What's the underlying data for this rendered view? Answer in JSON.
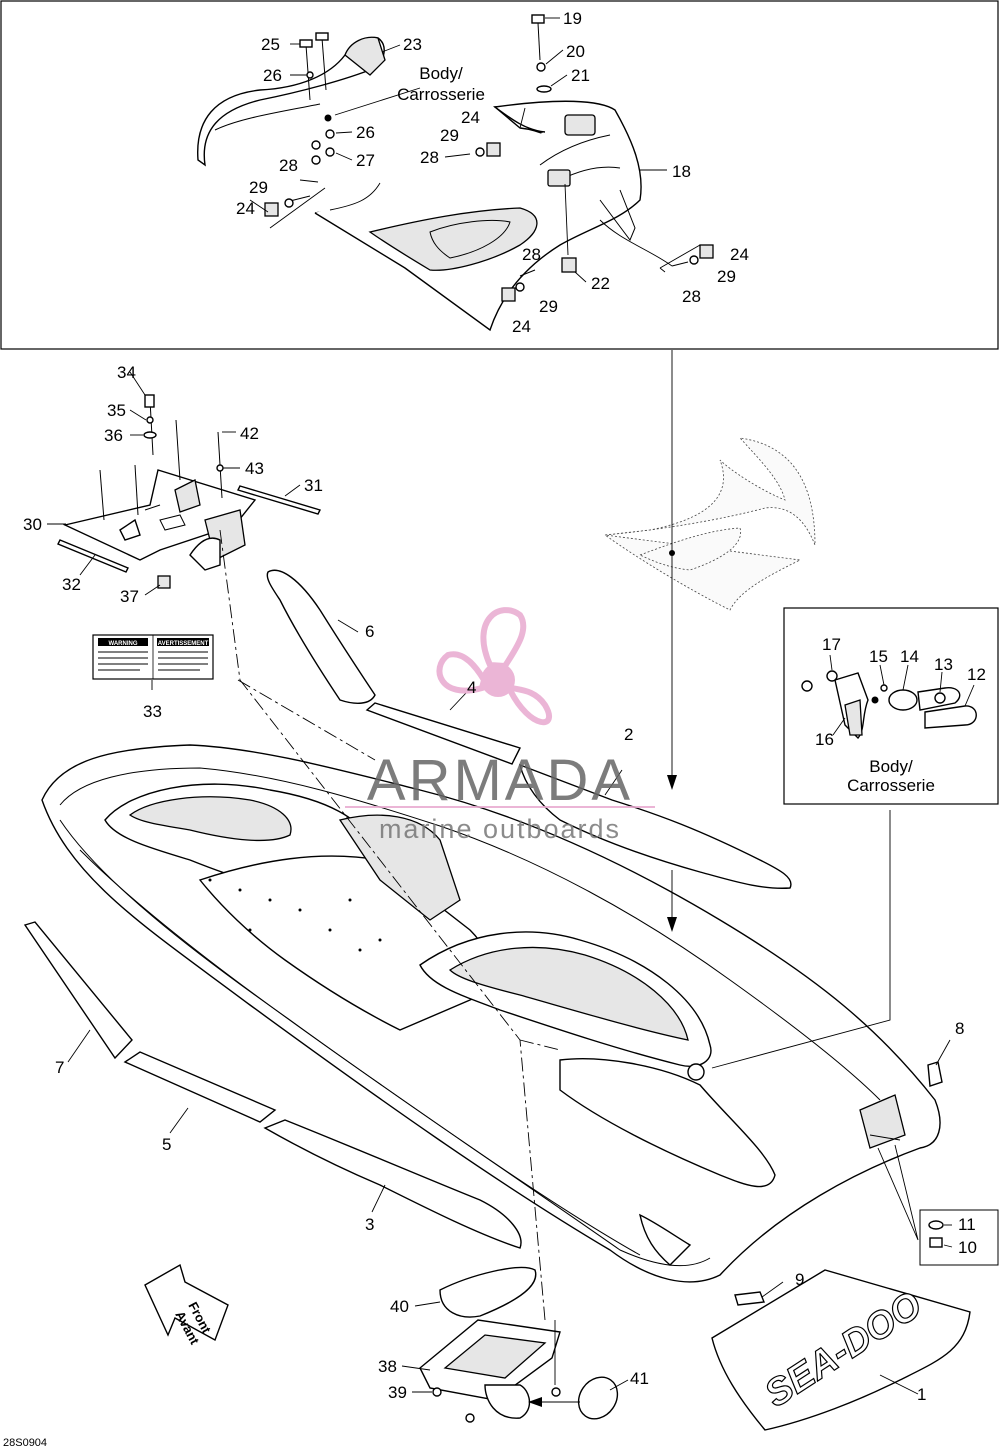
{
  "diagram_code": "28S0904",
  "body_label": "Body/\nCarrosserie",
  "body_label_lines": [
    "Body/",
    "Carrosserie"
  ],
  "front_arrow": [
    "Front",
    "Avant"
  ],
  "watermark": {
    "brand": "ARMADA",
    "tagline": "marine outboards",
    "color": "#e8a9cf"
  },
  "warning_label": {
    "left_title": "WARNING",
    "right_title": "AVERTISSEMENT"
  },
  "decal_text": "SEA-DOO",
  "callouts": [
    "1",
    "2",
    "3",
    "4",
    "5",
    "6",
    "7",
    "8",
    "9",
    "10",
    "11",
    "12",
    "13",
    "14",
    "15",
    "16",
    "17",
    "18",
    "19",
    "20",
    "21",
    "22",
    "23",
    "24",
    "25",
    "26",
    "27",
    "28",
    "29",
    "30",
    "31",
    "32",
    "33",
    "34",
    "35",
    "36",
    "37",
    "38",
    "39",
    "40",
    "41",
    "42",
    "43"
  ],
  "callout_instances": [
    {
      "n": "19"
    },
    {
      "n": "20"
    },
    {
      "n": "21"
    },
    {
      "n": "25"
    },
    {
      "n": "23"
    },
    {
      "n": "26"
    },
    {
      "n": "26"
    },
    {
      "n": "27"
    },
    {
      "n": "24"
    },
    {
      "n": "29"
    },
    {
      "n": "28"
    },
    {
      "n": "18"
    },
    {
      "n": "28"
    },
    {
      "n": "29"
    },
    {
      "n": "24"
    },
    {
      "n": "28"
    },
    {
      "n": "22"
    },
    {
      "n": "29"
    },
    {
      "n": "24"
    },
    {
      "n": "24"
    },
    {
      "n": "29"
    },
    {
      "n": "28"
    },
    {
      "n": "34"
    },
    {
      "n": "35"
    },
    {
      "n": "36"
    },
    {
      "n": "42"
    },
    {
      "n": "43"
    },
    {
      "n": "31"
    },
    {
      "n": "30"
    },
    {
      "n": "32"
    },
    {
      "n": "37"
    },
    {
      "n": "33"
    },
    {
      "n": "6"
    },
    {
      "n": "4"
    },
    {
      "n": "2"
    },
    {
      "n": "17"
    },
    {
      "n": "15"
    },
    {
      "n": "14"
    },
    {
      "n": "13"
    },
    {
      "n": "12"
    },
    {
      "n": "16"
    },
    {
      "n": "8"
    },
    {
      "n": "7"
    },
    {
      "n": "5"
    },
    {
      "n": "3"
    },
    {
      "n": "11"
    },
    {
      "n": "10"
    },
    {
      "n": "9"
    },
    {
      "n": "40"
    },
    {
      "n": "38"
    },
    {
      "n": "39"
    },
    {
      "n": "41"
    },
    {
      "n": "1"
    }
  ]
}
